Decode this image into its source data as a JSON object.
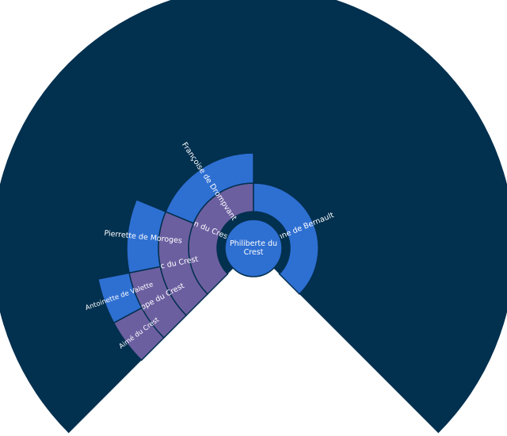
{
  "colors": {
    "background_disc": "#02304F",
    "male": "#6C5FA0",
    "female": "#2E6FD2",
    "text": "#FFFFFF"
  },
  "root": {
    "name": "Philiberte du Crest",
    "sex": "female"
  },
  "ancestors": [
    {
      "gen": 1,
      "slot": 0,
      "name": "Jean du Crest",
      "sex": "male"
    },
    {
      "gen": 1,
      "slot": 1,
      "name": "Jeanne de Bernault",
      "sex": "female"
    },
    {
      "gen": 2,
      "slot": 0,
      "name": "Luc du Crest",
      "sex": "male"
    },
    {
      "gen": 2,
      "slot": 1,
      "name": "Françoise de Drompvant",
      "sex": "female"
    },
    {
      "gen": 3,
      "slot": 0,
      "name": "Philippe du Crest",
      "sex": "male"
    },
    {
      "gen": 3,
      "slot": 1,
      "name": "Pierrette de Moroges",
      "sex": "female"
    },
    {
      "gen": 4,
      "slot": 0,
      "name": "Aimé du Crest",
      "sex": "male"
    },
    {
      "gen": 4,
      "slot": 1,
      "name": "Antoinette de Valette",
      "sex": "female"
    }
  ]
}
